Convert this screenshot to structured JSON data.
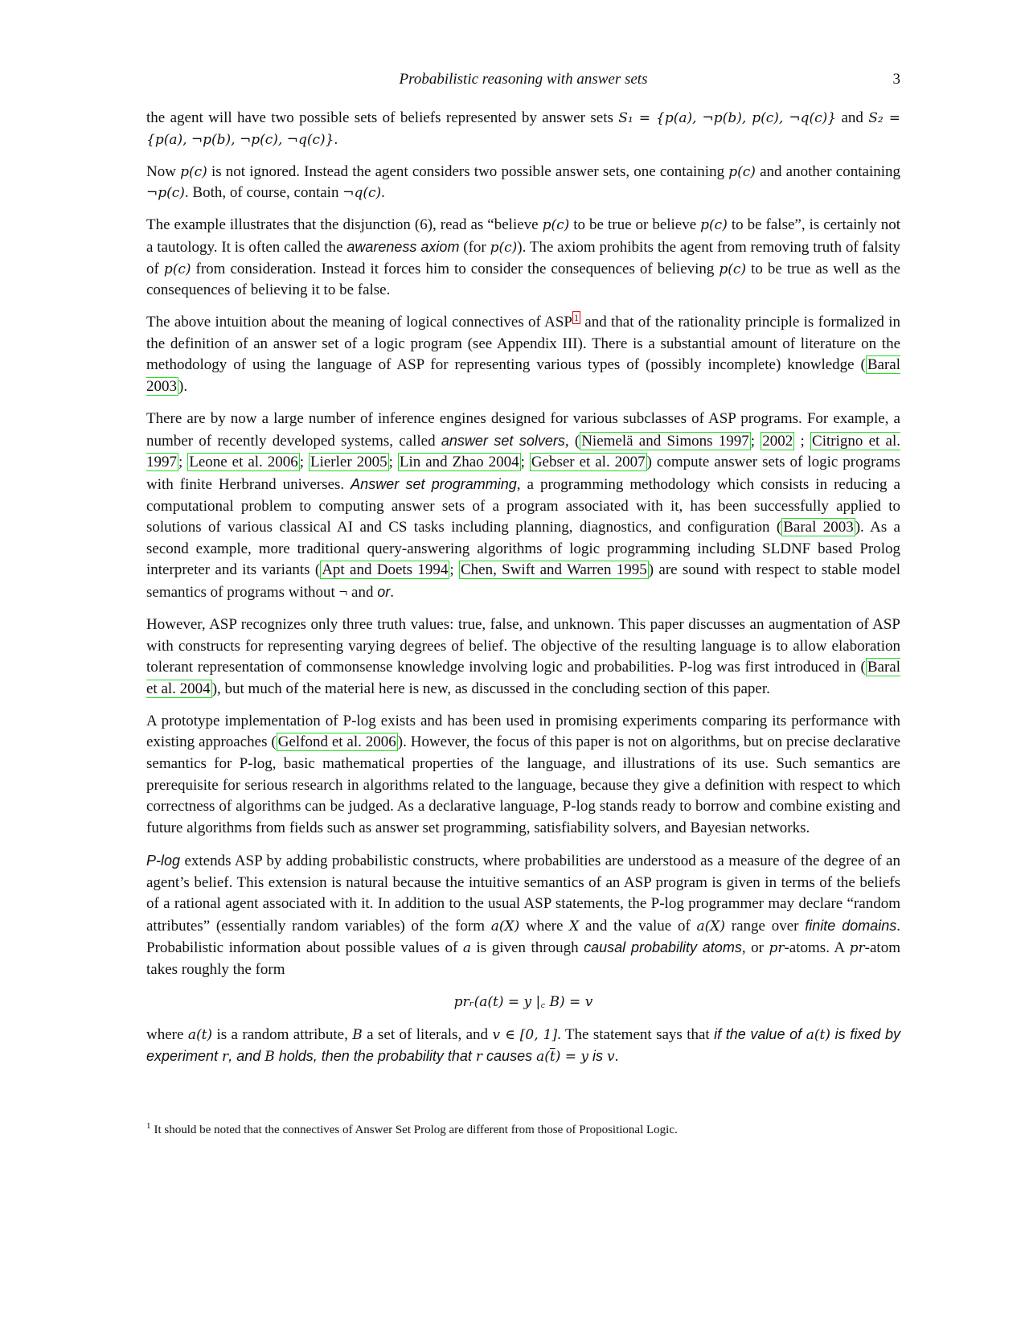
{
  "header": {
    "running_title": "Probabilistic reasoning with answer sets",
    "page_number": "3"
  },
  "p1": {
    "t1": "the agent will have two possible sets of beliefs represented by answer sets ",
    "m1": "S₁ = {p(a), ¬p(b), p(c), ¬q(c)}",
    "t2": " and ",
    "m2": "S₂ = {p(a), ¬p(b), ¬p(c), ¬q(c)}",
    "t3": "."
  },
  "p2": {
    "t1": "Now ",
    "m1": "p(c)",
    "t2": " is not ignored. Instead the agent considers two possible answer sets, one containing ",
    "m2": "p(c)",
    "t3": " and another containing ",
    "m3": "¬p(c)",
    "t4": ". Both, of course, contain ",
    "m4": "¬q(c)",
    "t5": "."
  },
  "p3": {
    "t1": "The example illustrates that the disjunction (6), read as “believe ",
    "m1": "p(c)",
    "t2": " to be true or believe ",
    "m2": "p(c)",
    "t3": " to be false”, is certainly not a tautology. It is often called the ",
    "e1": "awareness axiom",
    "t4": " (for ",
    "m3": "p(c)",
    "t5": "). The axiom prohibits the agent from removing truth of falsity of ",
    "m4": "p(c)",
    "t6": " from consideration. Instead it forces him to consider the consequences of believing ",
    "m5": "p(c)",
    "t7": " to be true as well as the consequences of believing it to be false."
  },
  "p4": {
    "t1": "The above intuition about the meaning of logical connectives of ASP",
    "fn": "1",
    "t2": " and that of the rationality principle is formalized in the definition of an answer set of a logic program (see Appendix III). There is a substantial amount of literature on the methodology of using the language of ASP for representing various types of (possibly incomplete) knowledge (",
    "c1": "Baral 2003",
    "t3": ")."
  },
  "p5": {
    "t1": "There are by now a large number of inference engines designed for various subclasses of ASP programs. For example, a number of recently developed systems, called ",
    "e1": "answer set solvers",
    "t2": ", (",
    "c1": "Niemelä and Simons 1997",
    "s1": "; ",
    "c2": "2002",
    "s2": " ; ",
    "c3": "Citrigno et al. 1997",
    "s3": "; ",
    "c4": "Leone et al. 2006",
    "s4": "; ",
    "c5": "Lierler 2005",
    "s5": "; ",
    "c6": "Lin and Zhao 2004",
    "s6": "; ",
    "c7": "Gebser et al. 2007",
    "t3": ") compute answer sets of logic programs with finite Herbrand universes. ",
    "e2": "Answer set programming",
    "t4": ", a programming methodology which consists in reducing a computational problem to computing answer sets of a program associated with it, has been successfully applied to solutions of various classical AI and CS tasks including planning, diagnostics, and configuration (",
    "c8": "Baral 2003",
    "t5": "). As a second example, more traditional query-answering algorithms of logic programming including SLDNF based Prolog interpreter and its variants (",
    "c9": "Apt and Doets 1994",
    "s7": "; ",
    "c10": "Chen, Swift and Warren 1995",
    "t6": ") are sound with respect to stable model semantics of programs without ¬ and ",
    "e3": "or",
    "t7": "."
  },
  "p6": {
    "t1": "However, ASP recognizes only three truth values: true, false, and unknown. This paper discusses an augmentation of ASP with constructs for representing varying degrees of belief. The objective of the resulting language is to allow elaboration tolerant representation of commonsense knowledge involving logic and probabilities. P-log was first introduced in (",
    "c1": "Baral et al. 2004",
    "t2": "), but much of the material here is new, as discussed in the concluding section of this paper."
  },
  "p7": {
    "t1": "A prototype implementation of P-log exists and has been used in promising experiments comparing its performance with existing approaches (",
    "c1": "Gelfond et al. 2006",
    "t2": "). However, the focus of this paper is not on algorithms, but on precise declarative semantics for P-log, basic mathematical properties of the language, and illustrations of its use. Such semantics are prerequisite for serious research in algorithms related to the language, because they give a definition with respect to which correctness of algorithms can be judged. As a declarative language, P-log stands ready to borrow and combine existing and future algorithms from fields such as answer set programming, satisfiability solvers, and Bayesian networks."
  },
  "p8": {
    "e1": "P-log",
    "t1": " extends ASP by adding probabilistic constructs, where probabilities are understood as a measure of the degree of an agent’s belief. This extension is natural because the intuitive semantics of an ASP program is given in terms of the beliefs of a rational agent associated with it. In addition to the usual ASP statements, the P-log programmer may declare “random attributes” (essentially random variables) of the form ",
    "m1": "a(X)",
    "t2": " where ",
    "m2": "X",
    "t3": " and the value of ",
    "m3": "a(X)",
    "t4": " range over ",
    "e2": "finite domains",
    "t5": ". Probabilistic information about possible values of ",
    "m4": "a",
    "t6": " is given through ",
    "e3": "causal probability atoms",
    "t7": ", or ",
    "m5": "pr",
    "t8": "-atoms. A ",
    "m6": "pr",
    "t9": "-atom takes roughly the form"
  },
  "display_formula": "prᵣ(a(t) = y |꜀ B) = v",
  "p9": {
    "t1": "where ",
    "m1": "a(t)",
    "t2": " is a random attribute, ",
    "m2": "B",
    "t3": " a set of literals, and ",
    "m3": "v ∈ [0, 1]",
    "t4": ". The statement says that ",
    "e1": "if the value of ",
    "m4": "a(t)",
    "e2": " is fixed by experiment ",
    "m5": "r",
    "e3": ", and ",
    "m6": "B",
    "e4": " holds, then the probability that ",
    "m7": "r",
    "e5": " causes ",
    "m8a": "a(",
    "m8b": "t",
    "m8c": ") = y",
    "e6": " is ",
    "m9": "v",
    "t5": "."
  },
  "footnote": {
    "mark": "1",
    "text": "It should be noted that the connectives of Answer Set Prolog are different from those of Propositional Logic."
  }
}
